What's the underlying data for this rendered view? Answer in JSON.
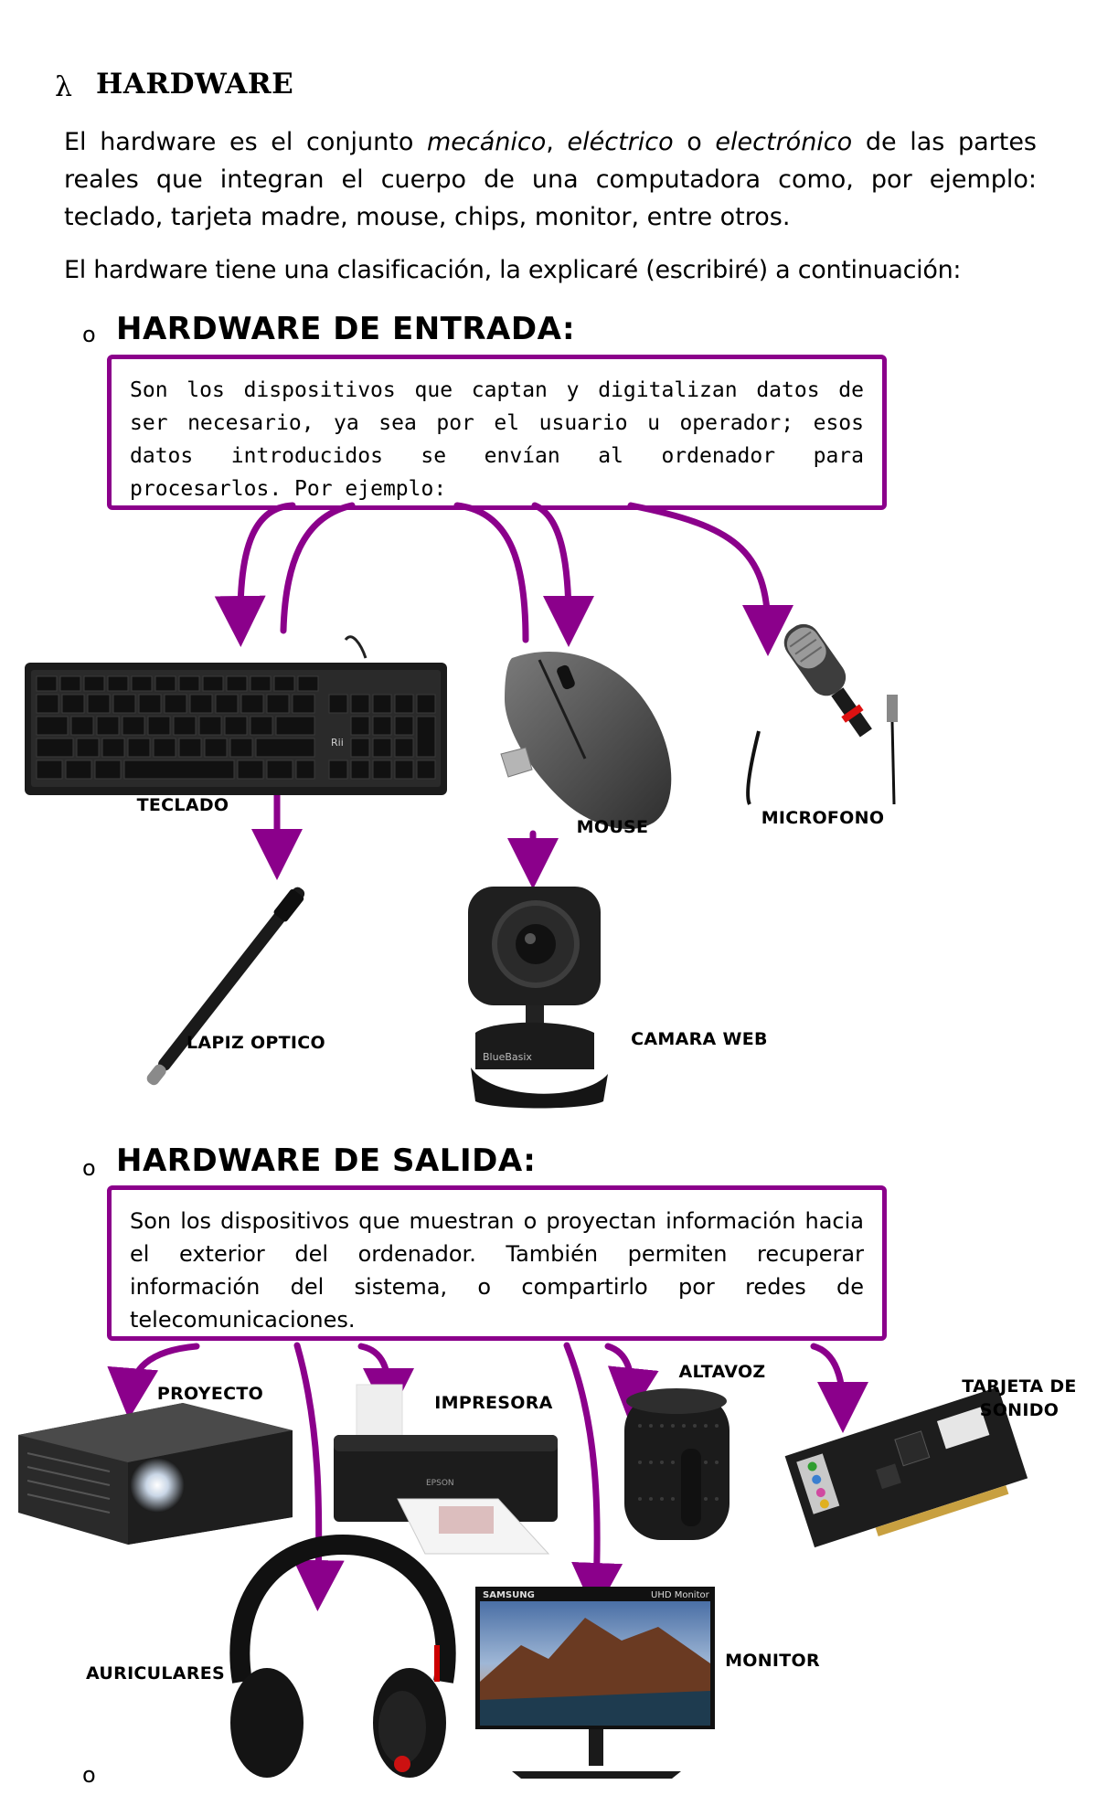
{
  "header": {
    "bullet": "λ",
    "title": "HARDWARE"
  },
  "intro": {
    "p1_a": "El hardware es el conjunto ",
    "p1_i1": "mecánico",
    "p1_b": ", ",
    "p1_i2": "eléctrico",
    "p1_c": " o ",
    "p1_i3": "electrónico",
    "p1_d": " de las partes reales que integran el cuerpo de una computadora como, por ejemplo: teclado, tarjeta madre, mouse, chips, monitor, entre otros.",
    "p2": "El hardware tiene una clasificación, la explicaré (escribiré) a continuación:"
  },
  "entrada": {
    "bullet": "o",
    "title": "HARDWARE DE ENTRADA:",
    "description": "Son los dispositivos que captan y digitalizan datos de ser necesario, ya sea por el usuario u operador; esos datos introducidos se envían al ordenador para procesarlos. Por ejemplo:",
    "devices": {
      "keyboard": "TECLADO",
      "mouse": "MOUSE",
      "microphone": "MICROFONO",
      "pen": "LAPIZ OPTICO",
      "webcam": "CAMARA WEB"
    }
  },
  "salida": {
    "bullet": "o",
    "title": "HARDWARE DE SALIDA:",
    "description": "Son los dispositivos que muestran o proyectan información hacia el exterior del ordenador. También permiten recuperar información del sistema, o compartirlo por redes de telecomunicaciones.",
    "devices": {
      "projector": "PROYECTO",
      "printer": "IMPRESORA",
      "speaker": "ALTAVOZ",
      "soundcard": "TARJETA DE SONIDO",
      "headphones": "AURICULARES",
      "monitor": "MONITOR"
    }
  },
  "product_marks": {
    "keyboard_brand": "Rii",
    "webcam_brand": "BlueBasix",
    "printer_brand": "EPSON",
    "monitor_brand": "SAMSUNG",
    "monitor_model": "UHD Monitor"
  },
  "footer": {
    "bullet": "o"
  },
  "colors": {
    "accent": "#8b008b",
    "text": "#000000"
  }
}
